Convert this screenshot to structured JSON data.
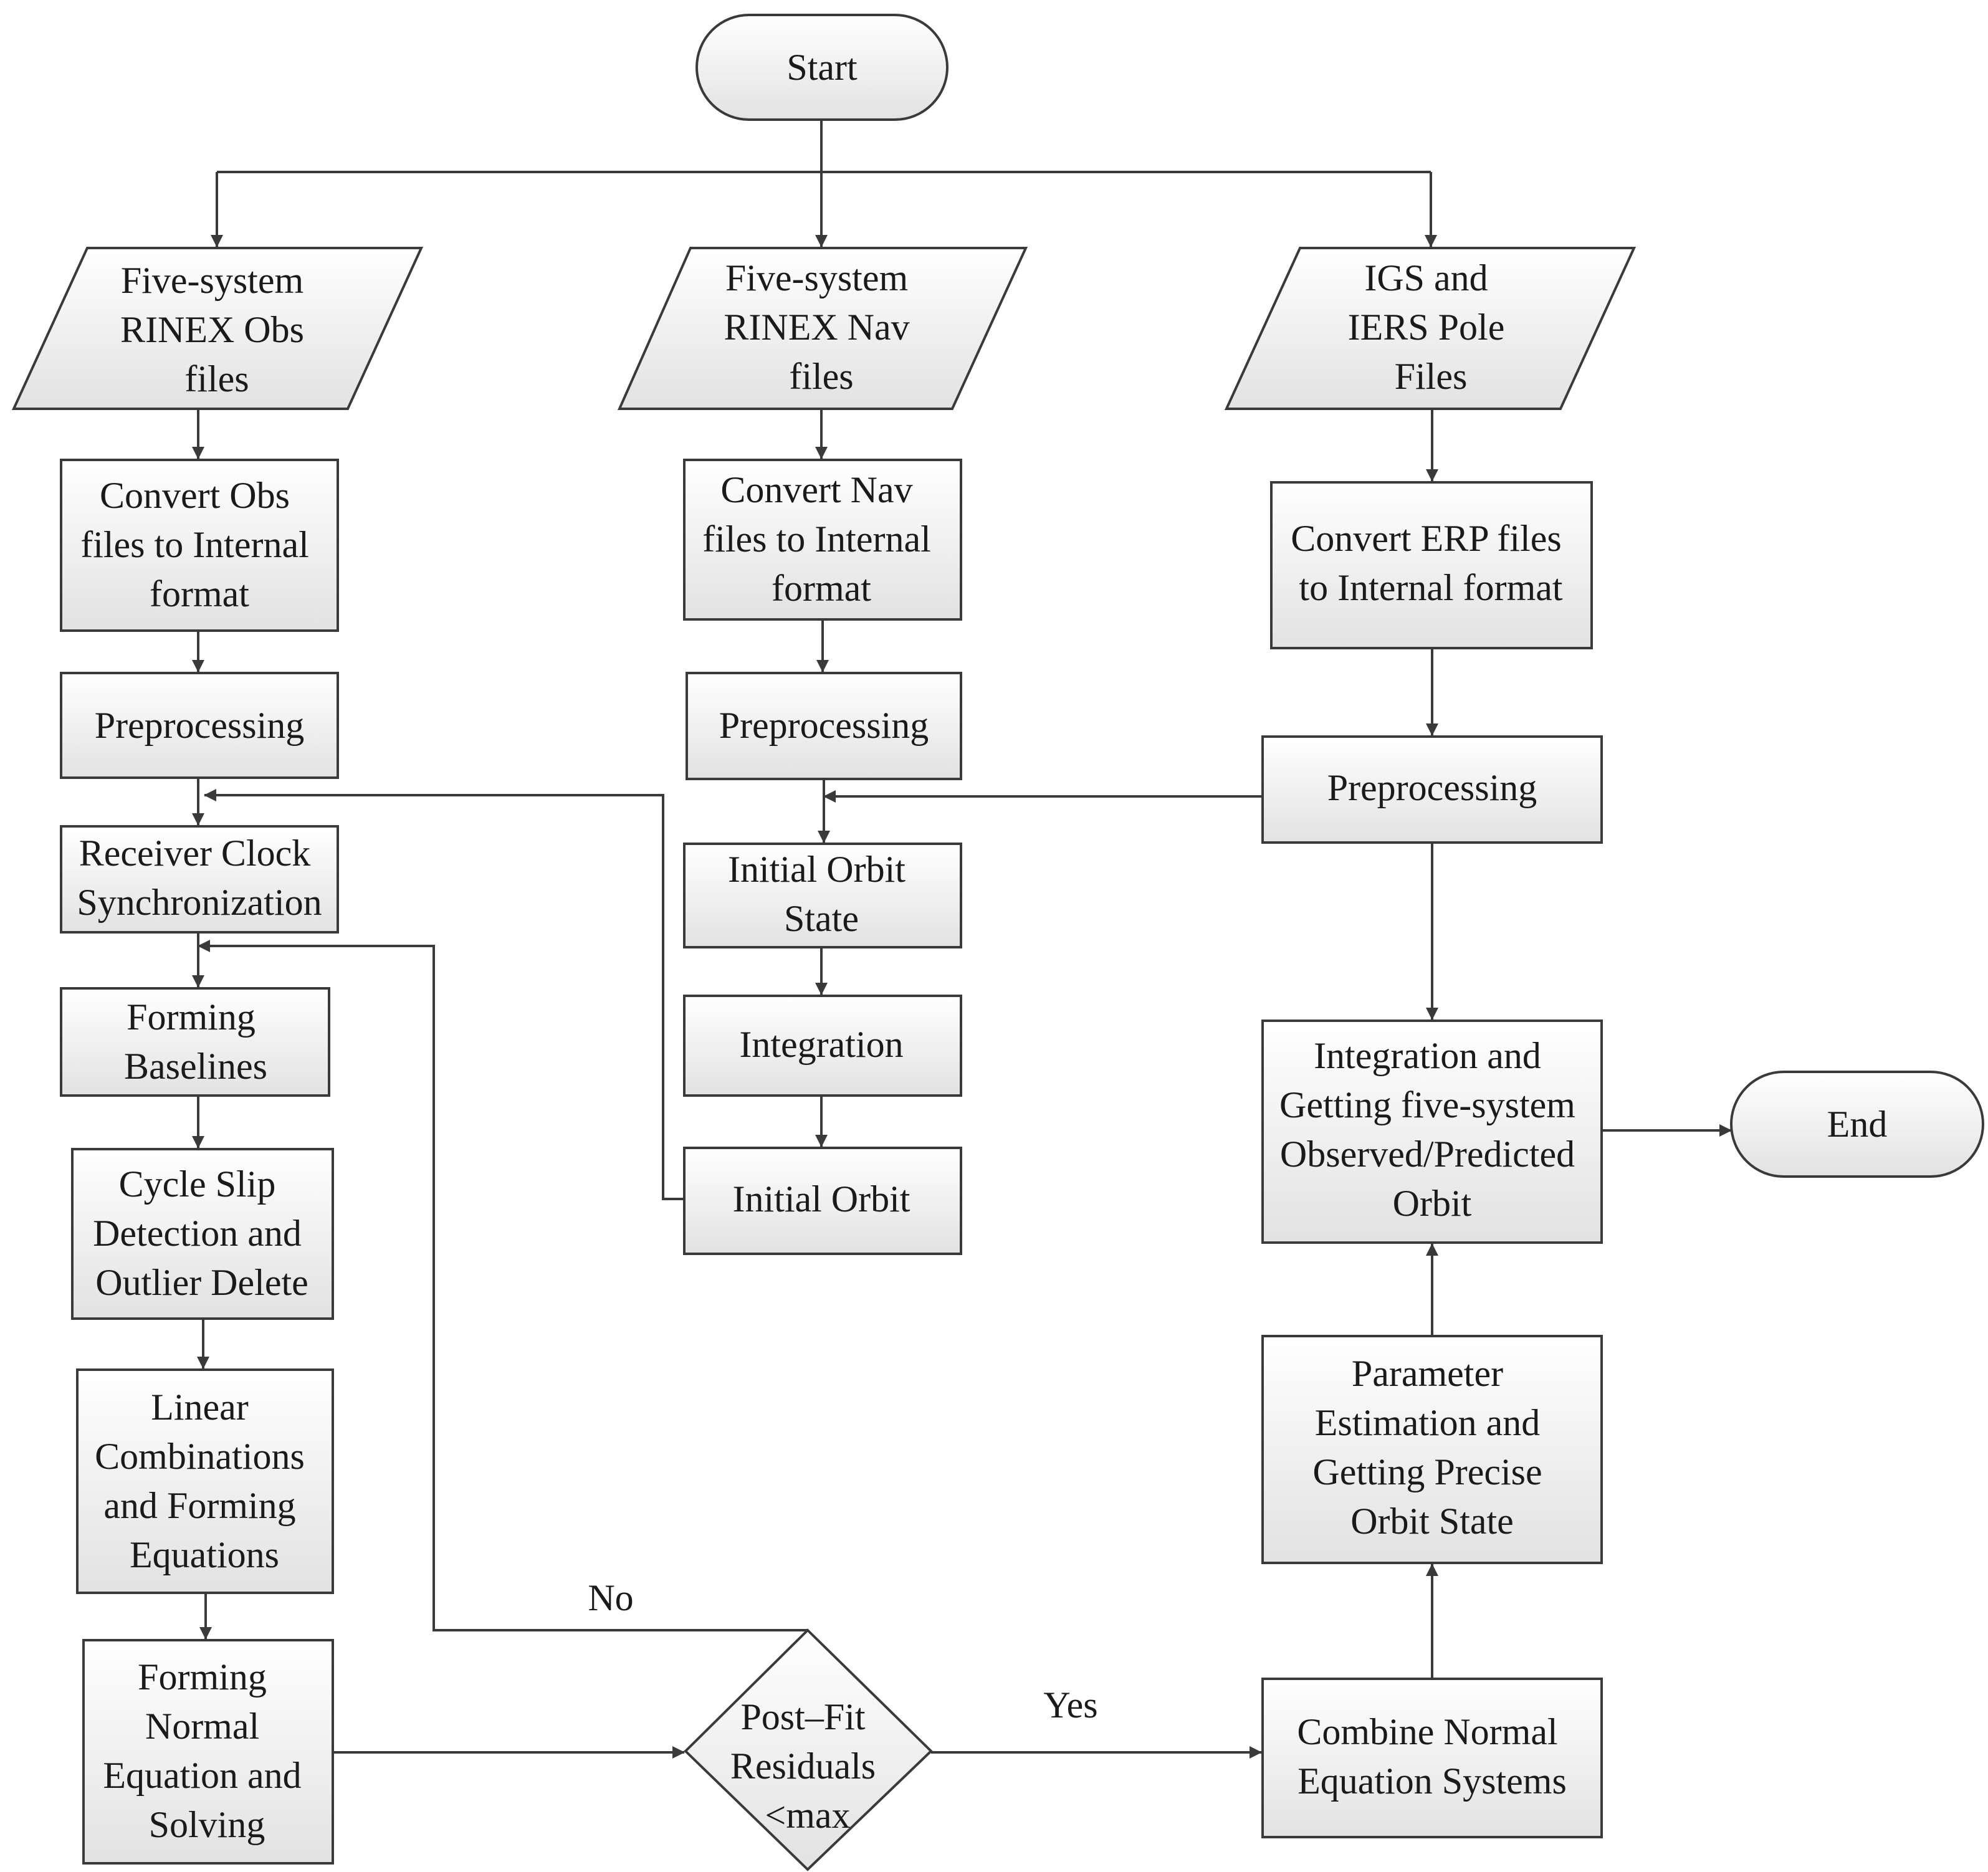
{
  "diagram": {
    "start": "Start",
    "end": "End",
    "inputs": {
      "obs": [
        "Five-system",
        "RINEX Obs",
        "files"
      ],
      "nav": [
        "Five-system",
        "RINEX Nav",
        "files"
      ],
      "igs": [
        "IGS and",
        "IERS Pole",
        "Files"
      ]
    },
    "obs_column": {
      "convert": [
        "Convert Obs",
        "files to Internal",
        "format"
      ],
      "preprocessing": "Preprocessing",
      "clock": [
        "Receiver Clock",
        "Synchronization"
      ],
      "baselines": [
        "Forming",
        "Baselines"
      ],
      "cycle_slip": [
        "Cycle Slip",
        "Detection and",
        "Outlier Delete"
      ],
      "linear": [
        "Linear",
        "Combinations",
        "and Forming",
        "Equations"
      ],
      "normal": [
        "Forming",
        "Normal",
        "Equation and",
        "Solving"
      ]
    },
    "nav_column": {
      "convert": [
        "Convert Nav",
        "files to Internal",
        "format"
      ],
      "preprocessing": "Preprocessing",
      "initial_state": [
        "Initial Orbit",
        "State"
      ],
      "integration": "Integration",
      "initial_orbit": "Initial Orbit"
    },
    "erp_column": {
      "convert": [
        "Convert ERP files",
        "to Internal format"
      ],
      "preprocessing": "Preprocessing",
      "integration_out": [
        "Integration and",
        "Getting five-system",
        "Observed/Predicted",
        "Orbit"
      ],
      "param_est": [
        "Parameter",
        "Estimation and",
        "Getting Precise",
        "Orbit State"
      ],
      "combine": [
        "Combine Normal",
        "Equation Systems"
      ]
    },
    "decision": {
      "text": [
        "Post–Fit",
        "Residuals",
        "<max"
      ],
      "no": "No",
      "yes": "Yes"
    }
  }
}
